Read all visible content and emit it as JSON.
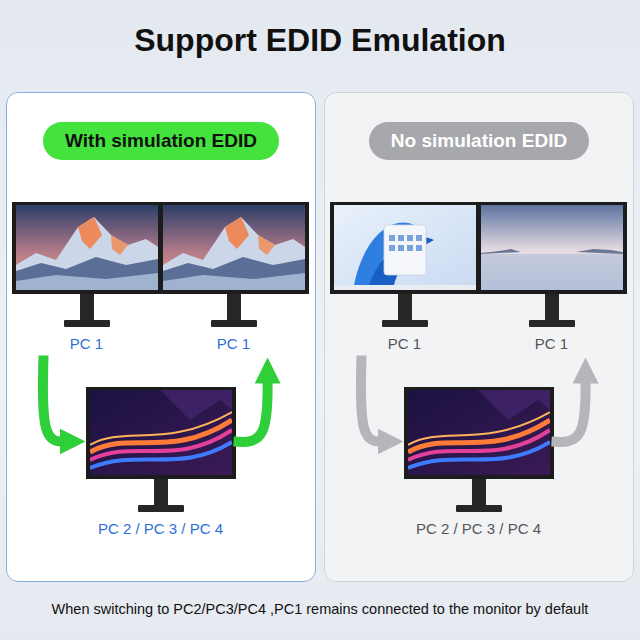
{
  "diagram": {
    "title": "Support EDID Emulation",
    "caption": "When switching to PC2/PC3/PC4 ,PC1 remains connected to the monitor by default",
    "nodes": [
      {
        "text": [
          "With simulation EDID"
        ]
      },
      {
        "text": [
          "PC 1"
        ],
        "in": 0
      },
      {
        "text": [
          "PC 1"
        ],
        "in": 0
      },
      {
        "text": [
          "PC 2 / PC 3 / PC 4"
        ],
        "in": 0
      },
      {
        "text": [
          "No simulation EDID"
        ]
      },
      {
        "text": [
          "PC 1"
        ],
        "in": 4
      },
      {
        "text": [
          "PC 1"
        ],
        "in": 4
      },
      {
        "text": [
          "PC 2 / PC 3 / PC 4"
        ],
        "in": 4
      }
    ],
    "edges": [
      {
        "from": 1,
        "to": 3,
        "arrow": "to"
      },
      {
        "from": 3,
        "to": 2,
        "arrow": "to"
      },
      {
        "from": 5,
        "to": 7,
        "arrow": "to"
      },
      {
        "from": 7,
        "to": 6,
        "arrow": "to"
      }
    ]
  }
}
